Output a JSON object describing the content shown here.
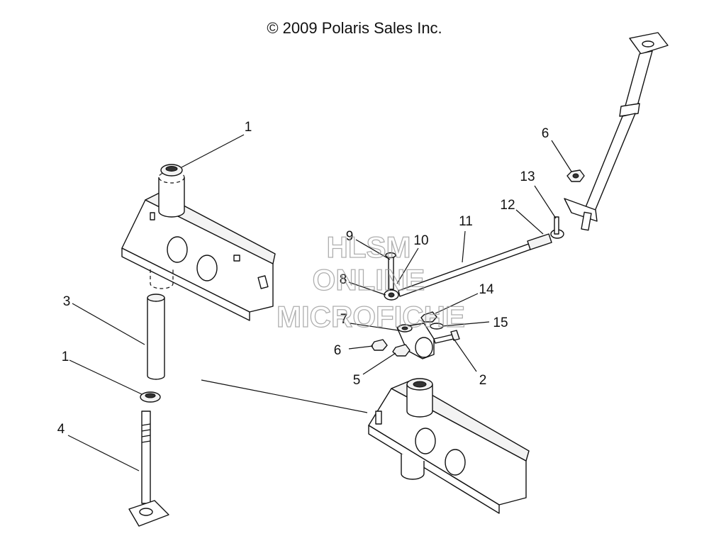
{
  "copyright": "© 2009 Polaris Sales Inc.",
  "watermark": {
    "line1": "HLSM",
    "line2": "ONLINE",
    "line3": "MICROFICHE"
  },
  "callouts": {
    "c1_top": "1",
    "c1_bottom": "1",
    "c2": "2",
    "c3": "3",
    "c4": "4",
    "c5": "5",
    "c6_top": "6",
    "c6_bottom": "6",
    "c7": "7",
    "c8": "8",
    "c9": "9",
    "c10": "10",
    "c11": "11",
    "c12": "12",
    "c13": "13",
    "c14": "14",
    "c15": "15"
  }
}
